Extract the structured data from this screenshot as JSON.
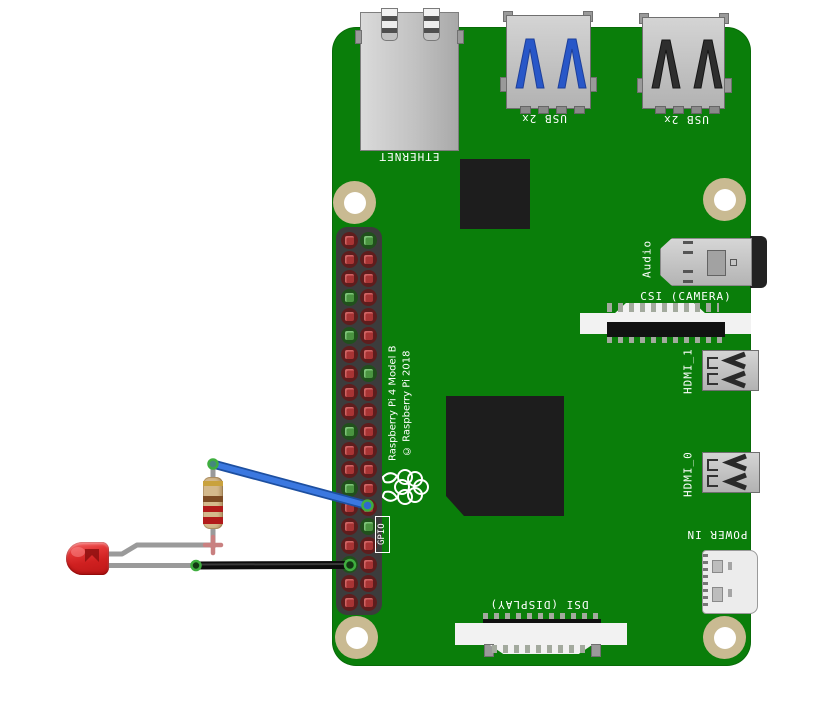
{
  "labels": {
    "ethernet": "ETHERNET",
    "usb3": "USB 2x",
    "usb2": "USB 2x",
    "audio": "Audio",
    "csi": "CSI (CAMERA)",
    "hdmi1": "HDMI_1",
    "hdmi0": "HDMI_0",
    "power_in": "POWER IN",
    "dsi": "DSI (DISPLAY)",
    "model_line1": "Raspberry Pi 4 Model B",
    "model_line2": "© Raspberry Pi 2018",
    "gpio": "GPIO"
  },
  "colors": {
    "board_green": "#0a7e0a",
    "header_gray": "#3c3c3c",
    "pin_red_core": "#a83434",
    "pin_green_core": "#4a9440",
    "hole_ring": "#c9ba92",
    "usb3_tongue_blue": "#2857c8",
    "usb2_tongue_black": "#2e2e2e",
    "wire_blue": "#3b78e0",
    "wire_blue_edge": "#1d4fa0",
    "wire_black": "#0d0d0d",
    "endpoint_green": "#3fae3f",
    "led_red": "#d42525",
    "resistor_body_tan": "#d4b98c",
    "leg_gray": "#9a9a9a",
    "junction_pink": "#c98080"
  },
  "gpio_pins": [
    [
      "red",
      "green"
    ],
    [
      "red",
      "red"
    ],
    [
      "red",
      "red"
    ],
    [
      "green",
      "red"
    ],
    [
      "red",
      "red"
    ],
    [
      "green",
      "red"
    ],
    [
      "red",
      "red"
    ],
    [
      "red",
      "green"
    ],
    [
      "red",
      "red"
    ],
    [
      "red",
      "red"
    ],
    [
      "green",
      "red"
    ],
    [
      "red",
      "red"
    ],
    [
      "red",
      "red"
    ],
    [
      "green",
      "red"
    ],
    [
      "red",
      "red"
    ],
    [
      "red",
      "green"
    ],
    [
      "red",
      "red"
    ],
    [
      "green",
      "red"
    ],
    [
      "red",
      "red"
    ],
    [
      "red",
      "red"
    ]
  ],
  "resistor": {
    "bands": [
      "gold",
      "brown",
      "red",
      "red"
    ],
    "band_colors": {
      "gold": "#c9a23e",
      "brown": "#7d4b24",
      "red": "#b21a1a"
    }
  }
}
